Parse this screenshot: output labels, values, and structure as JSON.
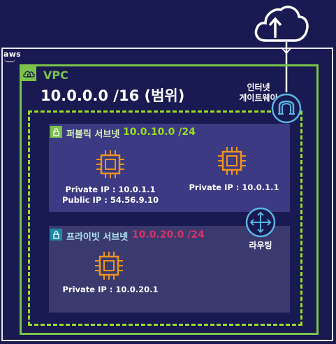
{
  "aws": {
    "logo_text": "aws"
  },
  "vpc": {
    "label": "VPC",
    "cidr": "10.0.0.0 /16 (범위)"
  },
  "internet_gateway": {
    "label_line1": "인터넷",
    "label_line2": "게이트웨이"
  },
  "router": {
    "label": "라우팅"
  },
  "public_subnet": {
    "label": "퍼블릭 서브넷",
    "cidr": "10.0.10.0 /24",
    "instances": [
      {
        "private_ip": "Private IP : 10.0.1.1",
        "public_ip": "Public IP : 54.56.9.10"
      },
      {
        "private_ip": "Private IP : 10.0.1.1"
      }
    ]
  },
  "private_subnet": {
    "label": "프라이빗 서브넷",
    "cidr": "10.0.20.0 /24",
    "instances": [
      {
        "private_ip": "Private IP : 10.0.20.1"
      }
    ]
  },
  "colors": {
    "background": "#1a1a52",
    "vpc_green": "#7cc24a",
    "subnet_dash": "#99dd22",
    "ec2_orange": "#f0921e",
    "private_cidr": "#d8326a",
    "private_lock": "#1e8aa6",
    "gateway_blue": "#5ab4e0"
  }
}
